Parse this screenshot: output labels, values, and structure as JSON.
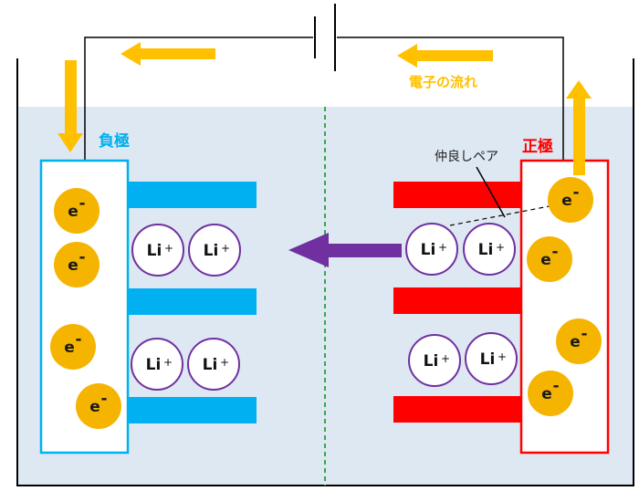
{
  "labels": {
    "negative_electrode": "負極",
    "positive_electrode": "正極",
    "electron_flow": "電子の流れ",
    "pair_label": "仲良しペア"
  },
  "electron": {
    "base": "e",
    "sup": "-"
  },
  "lithium_ion": {
    "base": "Li",
    "sup": "+"
  },
  "colors": {
    "electrolyte": "#dde8f3",
    "negative": "#00b0f0",
    "positive": "#ff0000",
    "electron": "#f5b400",
    "flow_arrow": "#ffc000",
    "ion_arrow": "#7030a0",
    "ion_outline": "#7030a0",
    "separator": "#3aa64a",
    "wire": "#000000"
  },
  "icons": [
    "battery-symbol",
    "flow-arrow",
    "ion-migration-arrow"
  ]
}
